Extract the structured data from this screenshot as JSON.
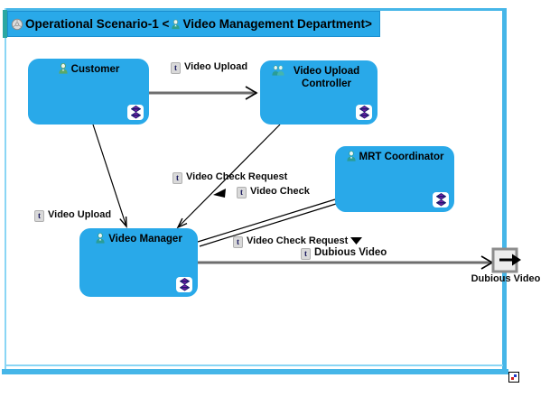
{
  "diagram": {
    "title": {
      "part1": "Operational Scenario-1 <",
      "part2": "Video Management Department>",
      "icon": "operational-scenario-icon",
      "entity_icon": "person-icon"
    },
    "entities": [
      {
        "label": "Customer",
        "icon": "person-icon",
        "badge_icon": "double-diamond-icon"
      },
      {
        "label": "Video Upload Controller",
        "icon": "people-icon",
        "badge_icon": "double-diamond-icon"
      },
      {
        "label": "MRT Coordinator",
        "icon": "person-icon",
        "badge_icon": "double-diamond-icon"
      },
      {
        "label": "Video Manager",
        "icon": "person-icon",
        "badge_icon": "double-diamond-icon"
      }
    ],
    "exchanges": [
      {
        "label": "Video Upload",
        "from": "Customer",
        "to": "Video Upload Controller",
        "style": "thick-gray-arrow"
      },
      {
        "label": "Video Upload",
        "from": "Customer",
        "to": "Video Manager",
        "style": "thin-black-arrow"
      },
      {
        "label": "Video Check Request",
        "from": "Video Upload Controller",
        "to": "Video Manager",
        "style": "thin-black-arrow",
        "direction_marker": "triangle-left"
      },
      {
        "label": "Video Check",
        "from": "MRT Coordinator",
        "to": "Video Manager",
        "style": "thin-black-line"
      },
      {
        "label": "Video Check Request",
        "from": "Video Manager",
        "to": "MRT Coordinator",
        "style": "thin-black-line",
        "direction_marker": "triangle-down"
      },
      {
        "label": "Dubious Video",
        "from": "Video Manager",
        "to": "Dubious Video",
        "style": "thick-gray-arrow"
      }
    ],
    "port": {
      "label": "Dubious Video",
      "icon": "output-port-icon"
    },
    "exchange_icon_glyph": "t",
    "colors": {
      "node_fill": "#29a9e9",
      "title_fill": "#29a9e9",
      "frame_border": "#46b6e8",
      "title_accent": "#2ba7a2",
      "thick_edge": "#6e6e6e",
      "thin_edge": "#000000",
      "badge_diamond": "#7b1fa8",
      "badge_diamond_stripe": "#1a1a6e",
      "port_fill": "#ececec",
      "port_border": "#8c8c8c"
    }
  }
}
